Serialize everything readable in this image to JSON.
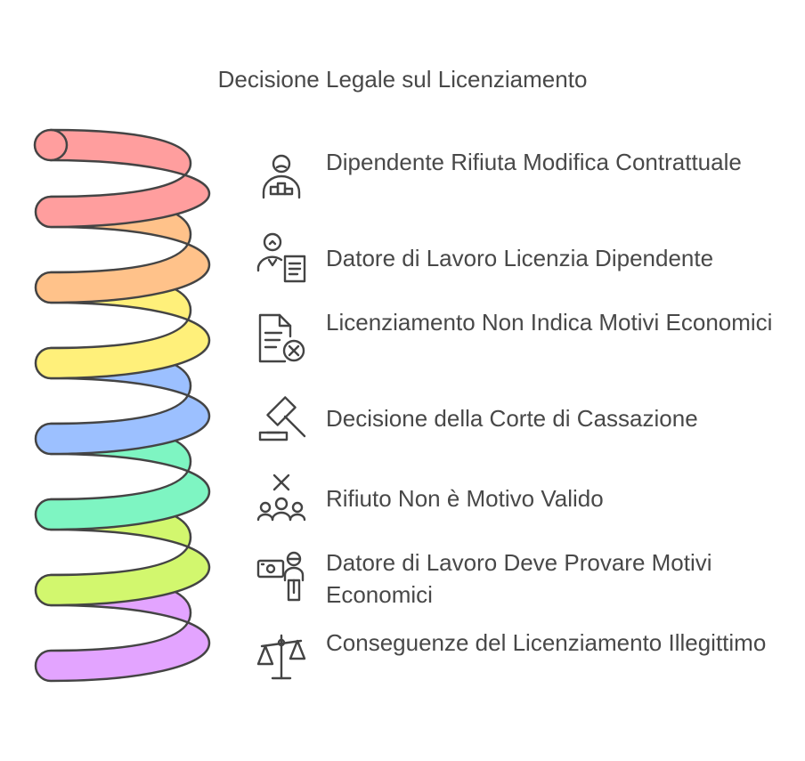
{
  "title": "Decisione Legale sul Licenziamento",
  "colors": {
    "stroke": "#444444",
    "coils": [
      "#ff9e9e",
      "#ffc28a",
      "#fff07a",
      "#9cc0ff",
      "#7ef5c2",
      "#d2f76e",
      "#e3a4ff"
    ]
  },
  "steps": [
    {
      "text": "Dipendente Rifiuta Modifica Contrattuale",
      "icon": "person-refusing-icon"
    },
    {
      "text": "Datore di Lavoro Licenzia Dipendente",
      "icon": "employer-document-icon"
    },
    {
      "text": "Licenziamento Non Indica Motivi Economici",
      "icon": "document-rejected-icon"
    },
    {
      "text": "Decisione della Corte di Cassazione",
      "icon": "gavel-icon"
    },
    {
      "text": "Rifiuto Non è Motivo Valido",
      "icon": "group-rejected-icon"
    },
    {
      "text": "Datore di Lavoro Deve Provare Motivi Economici",
      "icon": "employer-money-icon"
    },
    {
      "text": "Conseguenze del Licenziamento Illegittimo",
      "icon": "scales-icon"
    }
  ]
}
